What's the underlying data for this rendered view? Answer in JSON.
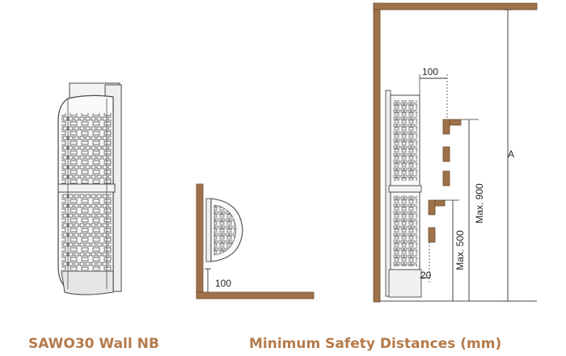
{
  "colors": {
    "wall": "#a0724a",
    "wall_stroke": "#6b4a2c",
    "caption": "#b57a4a",
    "line": "#4a4a4a",
    "dim_line": "#333333"
  },
  "captions": {
    "product": "SAWO30 Wall NB",
    "distances": "Minimum Safety Distances (mm)"
  },
  "dimensions": {
    "floor_clearance": "100",
    "side_clearance": "100",
    "front_clearance": "20",
    "height_total": "A",
    "max_upper": "Max. 900",
    "max_lower": "Max. 500"
  }
}
